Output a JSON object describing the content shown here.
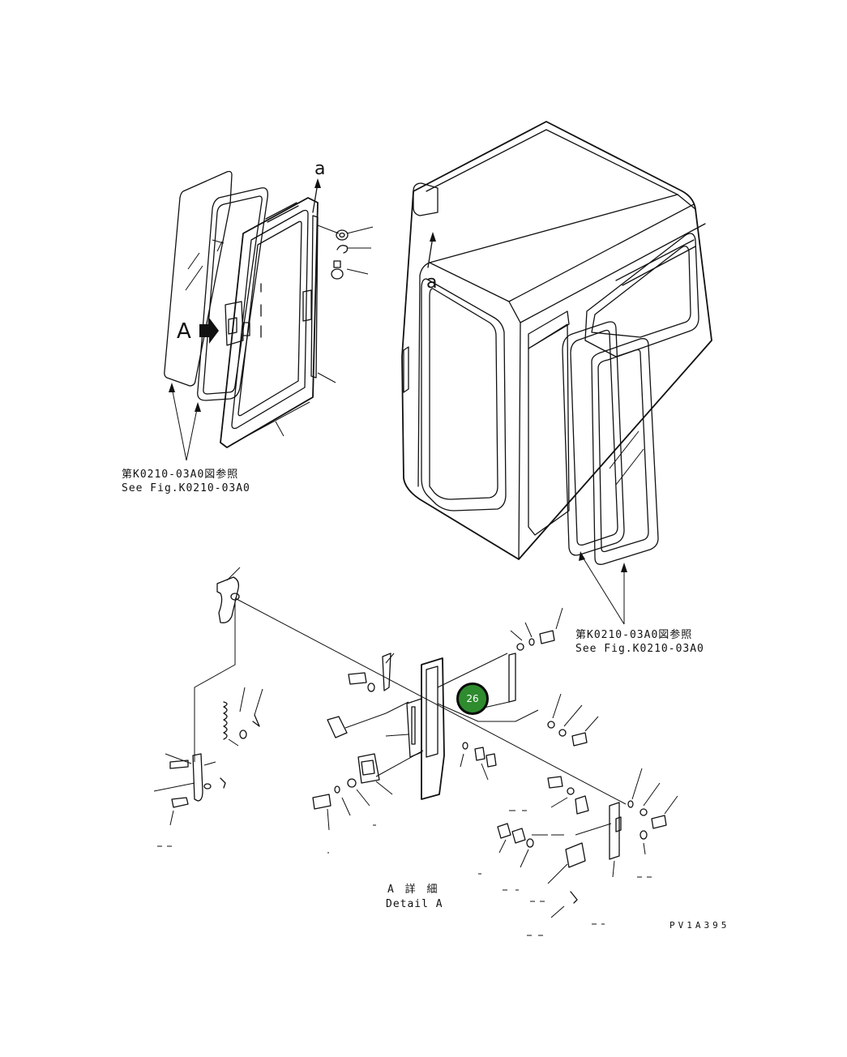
{
  "refs": {
    "upper_left_jp": "第K0210-03A0図参照",
    "upper_left_en": "See Fig.K0210-03A0",
    "right_jp": "第K0210-03A0図参照",
    "right_en": "See Fig.K0210-03A0"
  },
  "marks": {
    "a_top": "a",
    "a_cab": "a",
    "view_a": "A"
  },
  "detail": {
    "jp": "A 詳 細",
    "en": "Detail A"
  },
  "callout": {
    "number": "26",
    "color": "#2e8b2e"
  },
  "drawing_code": "PV1A395"
}
